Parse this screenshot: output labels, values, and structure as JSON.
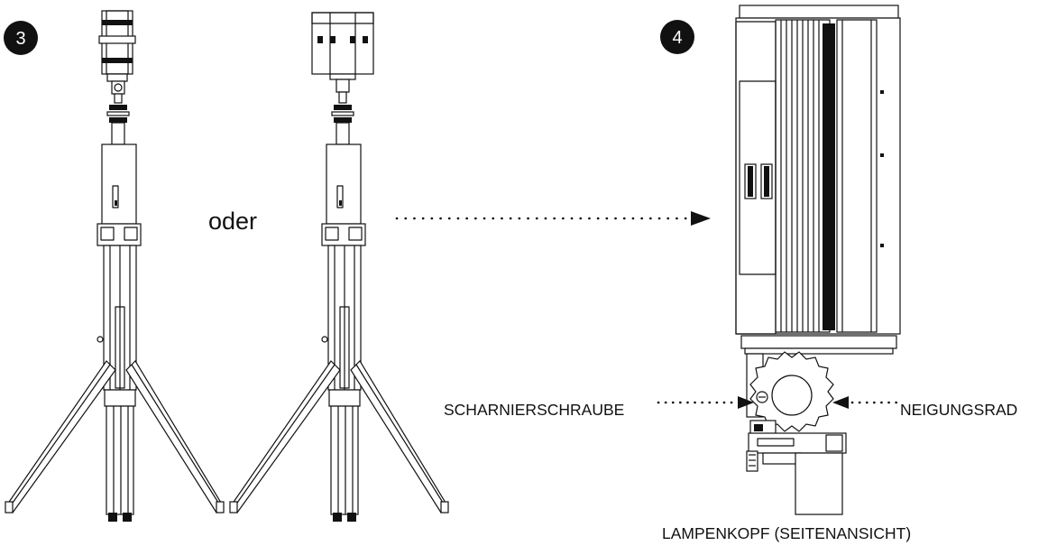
{
  "steps": {
    "step3_number": "3",
    "step4_number": "4"
  },
  "labels": {
    "or_text": "oder",
    "hinge_screw": "SCHARNIERSCHRAUBE",
    "tilt_wheel": "NEIGUNGSRAD",
    "lamp_head_caption": "LAMPENKOPF (SEITENANSICHT)"
  }
}
